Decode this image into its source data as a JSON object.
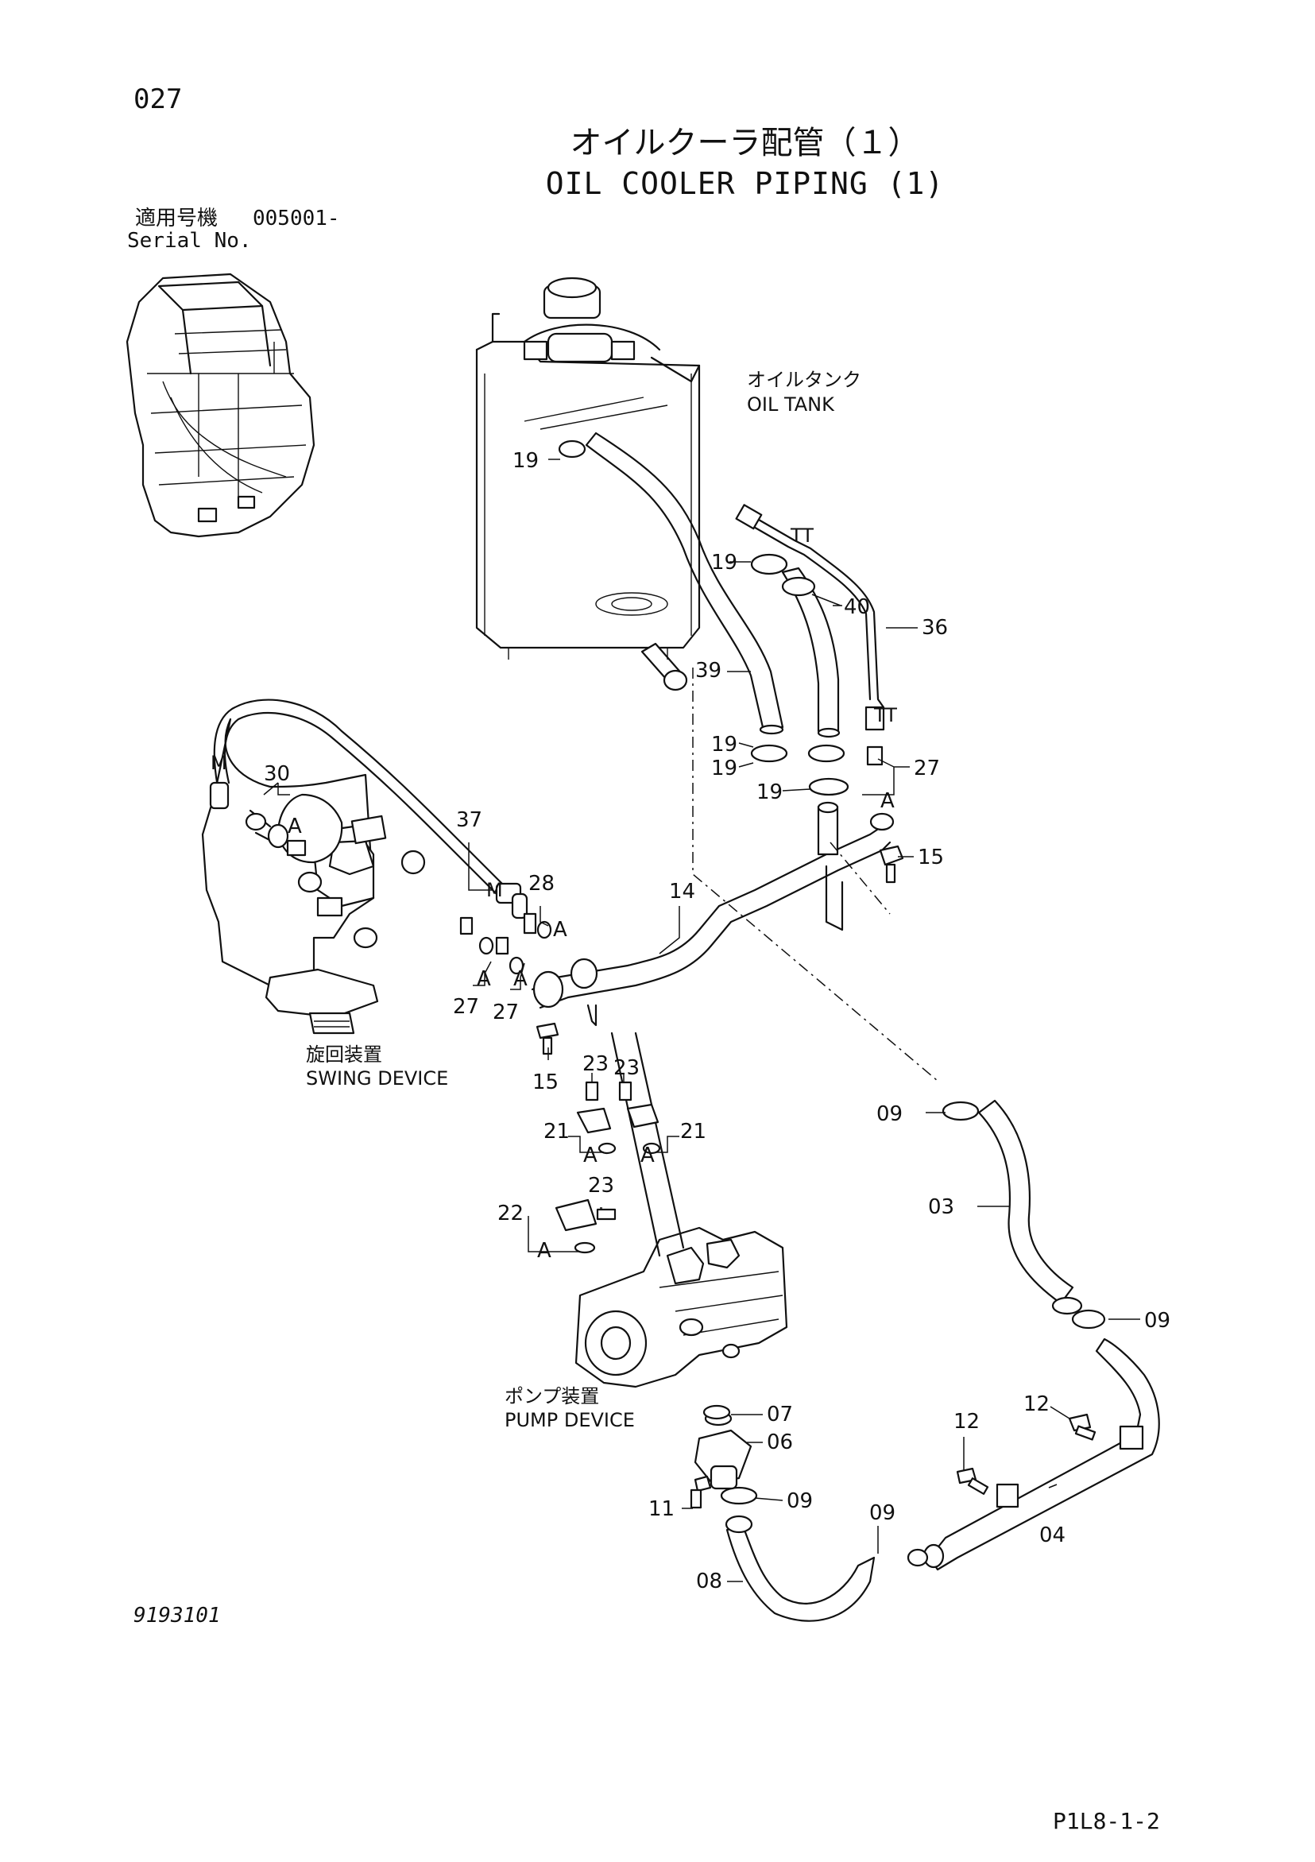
{
  "page": {
    "page_number": "027",
    "title_jp": "オイルクーラ配管（１）",
    "title_en": "OIL COOLER PIPING (1)",
    "serial_label_jp": "適用号機",
    "serial_value": "005001-",
    "serial_label_en": "Serial No.",
    "drawing_number": "9193101",
    "reference": "P1L8-1-2"
  },
  "components": {
    "oil_tank_jp": "オイルタンク",
    "oil_tank_en": "OIL TANK",
    "swing_device_jp": "旋回装置",
    "swing_device_en": "SWING DEVICE",
    "pump_device_jp": "ポンプ装置",
    "pump_device_en": "PUMP DEVICE"
  },
  "marks": {
    "a": "A",
    "m": "M",
    "tt": "TT"
  },
  "part_numbers": {
    "p19a": "19",
    "p19b": "19",
    "p19c": "19",
    "p19d": "19",
    "p19e": "19",
    "p40": "40",
    "p36": "36",
    "p39": "39",
    "p27a": "27",
    "p27b": "27",
    "p27c": "27",
    "p15a": "15",
    "p15b": "15",
    "p30": "30",
    "p37": "37",
    "p28": "28",
    "p14": "14",
    "p23a": "23",
    "p23b": "23",
    "p23c": "23",
    "p21a": "21",
    "p21b": "21",
    "p22": "22",
    "p09a": "09",
    "p09b": "09",
    "p09c": "09",
    "p09d": "09",
    "p03": "03",
    "p12a": "12",
    "p12b": "12",
    "p04": "04",
    "p07": "07",
    "p06": "06",
    "p11": "11",
    "p08": "08"
  }
}
